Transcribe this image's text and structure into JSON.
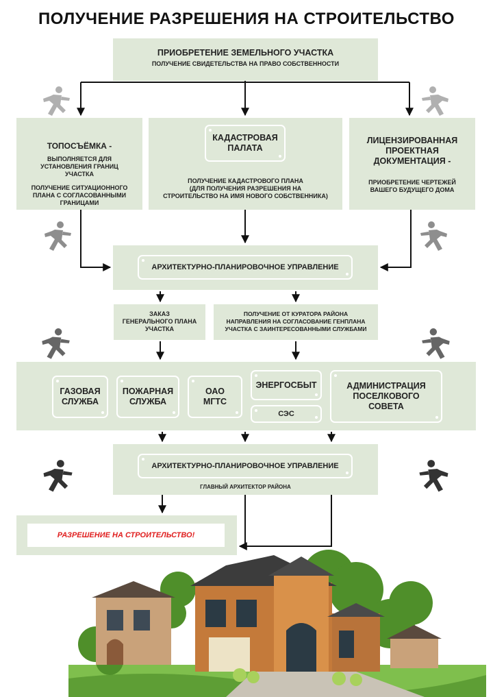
{
  "title": "ПОЛУЧЕНИЕ РАЗРЕШЕНИЯ НА СТРОИТЕЛЬСТВО",
  "step1": {
    "title": "ПРИОБРЕТЕНИЕ ЗЕМЕЛЬНОГО УЧАСТКА",
    "subtitle": "ПОЛУЧЕНИЕ СВИДЕТЕЛЬСТВА НА ПРАВО СОБСТВЕННОСТИ"
  },
  "topo": {
    "title": "ТОПОСЪЁМКА -",
    "line1": "ВЫПОЛНЯЕТСЯ ДЛЯ\nУСТАНОВЛЕНИЯ ГРАНИЦ\nУЧАСТКА",
    "line2": "ПОЛУЧЕНИЕ СИТУАЦИОННОГО\nПЛАНА С СОГЛАСОВАННЫМИ\nГРАНИЦАМИ"
  },
  "cadastre": {
    "title": "КАДАСТРОВАЯ\nПАЛАТА",
    "text": "ПОЛУЧЕНИЕ КАДАСТРОВОГО ПЛАНА\n(ДЛЯ ПОЛУЧЕНИЯ РАЗРЕШЕНИЯ НА\nСТРОИТЕЛЬСТВО НА ИМЯ НОВОГО СОБСТВЕННИКА)"
  },
  "license": {
    "title": "ЛИЦЕНЗИРОВАННАЯ\nПРОЕКТНАЯ\nДОКУМЕНТАЦИЯ -",
    "text": "ПРИОБРЕТЕНИЕ ЧЕРТЕЖЕЙ\nВАШЕГО БУДУЩЕГО ДОМА"
  },
  "apu1": {
    "title": "АРХИТЕКТУРНО-ПЛАНИРОВОЧНОЕ УПРАВЛЕНИЕ"
  },
  "order": {
    "text": "ЗАКАЗ\nГЕНЕРАЛЬНОГО ПЛАНА\nУЧАСТКА"
  },
  "curator": {
    "text": "ПОЛУЧЕНИЕ ОТ КУРАТОРА РАЙОНА\nНАПРАВЛЕНИЯ НА СОГЛАСОВАНИЕ ГЕНПЛАНА\nУЧАСТКА С ЗАИНТЕРЕСОВАННЫМИ СЛУЖБАМИ"
  },
  "services": {
    "gas": "ГАЗОВАЯ\nСЛУЖБА",
    "fire": "ПОЖАРНАЯ\nСЛУЖБА",
    "mgts": "ОАО\nМГТС",
    "energy": "ЭНЕРГОСБЫТ",
    "ses": "СЭС",
    "admin": "АДМИНИСТРАЦИЯ\nПОСЕЛКОВОГО\nСОВЕТА"
  },
  "apu2": {
    "title": "АРХИТЕКТУРНО-ПЛАНИРОВОЧНОЕ УПРАВЛЕНИЕ",
    "subtitle": "ГЛАВНЫЙ АРХИТЕКТОР РАЙОНА"
  },
  "result": {
    "text": "РАЗРЕШЕНИЕ НА СТРОИТЕЛЬСТВО!"
  },
  "colors": {
    "box": "#dfe8d8",
    "result_text": "#e02020",
    "runner_light": "#b0b0b0",
    "runner_dark": "#555555"
  }
}
